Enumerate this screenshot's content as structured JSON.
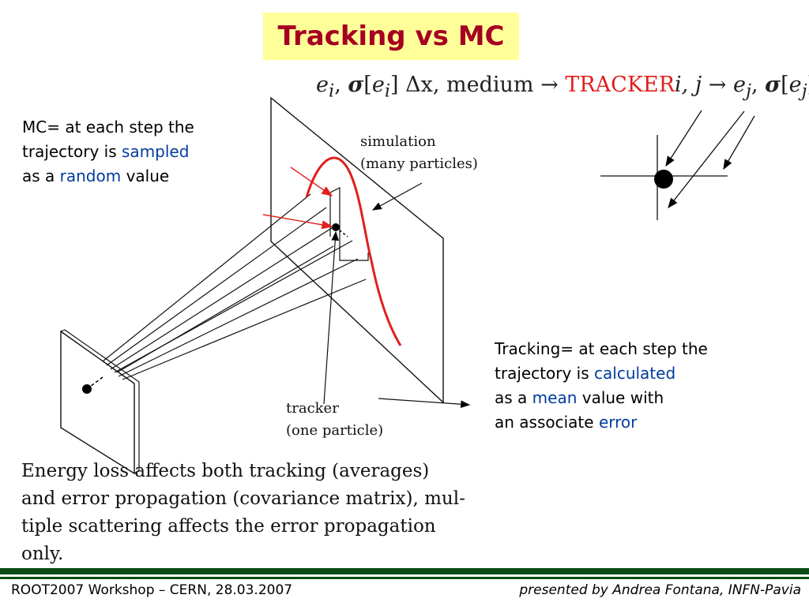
{
  "title": "Tracking vs MC",
  "formula": {
    "left": "e",
    "left_sub_i": "i",
    "sigma": "σ",
    "bracket_open": "[",
    "e_in_bracket": "e",
    "e_in_bracket_sub": "i",
    "bracket_close": "]",
    "delta_x": " Δx,",
    "medium": " medium → ",
    "tracker": "TRACKER",
    "after_tracker": "i, j → ",
    "ej": "e",
    "ej_sub": "j",
    "comma": ", ",
    "sigma2": "σ",
    "bracket2_open": "[",
    "ej2": "e",
    "ej2_sub": "j",
    "bracket2_close": "]"
  },
  "mc_note": {
    "line1": "MC= at each step the",
    "line2_pre": "trajectory  is ",
    "line2_hl": "sampled",
    "line3_pre": "as a ",
    "line3_hl": "random",
    "line3_post": " value"
  },
  "tracking_note": {
    "line1": "Tracking= at each step the",
    "line2_pre": "trajectory  is ",
    "line2_hl": "calculated",
    "line3_pre": "as a ",
    "line3_hl": "mean",
    "line3_post": "  value with",
    "line4_pre": "an associate ",
    "line4_hl": "error"
  },
  "figure": {
    "simulation_label_1": "simulation",
    "simulation_label_2": "(many particles)",
    "tracker_label_1": "tracker",
    "tracker_label_2": "(one particle)"
  },
  "bottom_text": {
    "line1": "Energy  loss  affects  both  tracking  (averages)",
    "line2": "and error propagation (covariance matrix), mul-",
    "line3": "tiple  scattering  affects  the  error  propagation",
    "line4": "only."
  },
  "footer": {
    "left": "ROOT2007 Workshop – CERN, 28.03.2007",
    "right": "presented by Andrea Fontana, INFN-Pavia"
  },
  "colors": {
    "title": "#a50021",
    "title_bg": "#ffff99",
    "highlight": "#003ca0",
    "red_curve": "#e0201e",
    "footer_bar": "#0a4d14"
  }
}
